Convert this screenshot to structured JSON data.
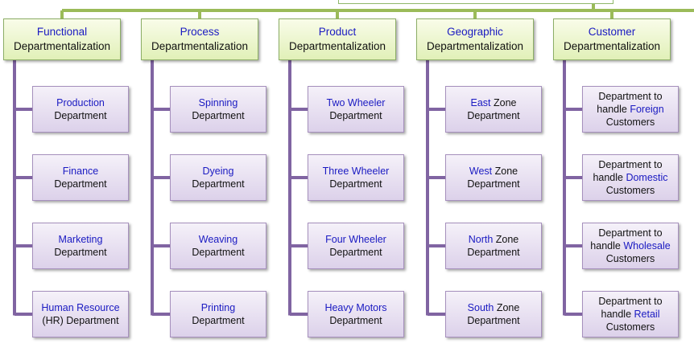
{
  "columns": [
    {
      "head": {
        "blue": "Functional",
        "rest": "Departmentalization"
      },
      "items": [
        {
          "lines": [
            [
              {
                "t": "Production",
                "b": true
              }
            ],
            [
              {
                "t": "Department"
              }
            ]
          ]
        },
        {
          "lines": [
            [
              {
                "t": "Finance",
                "b": true
              }
            ],
            [
              {
                "t": "Department"
              }
            ]
          ]
        },
        {
          "lines": [
            [
              {
                "t": "Marketing",
                "b": true
              }
            ],
            [
              {
                "t": "Department"
              }
            ]
          ]
        },
        {
          "lines": [
            [
              {
                "t": "Human Resource",
                "b": true
              }
            ],
            [
              {
                "t": "(HR) Department"
              }
            ]
          ]
        }
      ]
    },
    {
      "head": {
        "blue": "Process",
        "rest": "Departmentalization"
      },
      "items": [
        {
          "lines": [
            [
              {
                "t": "Spinning",
                "b": true
              }
            ],
            [
              {
                "t": "Department"
              }
            ]
          ]
        },
        {
          "lines": [
            [
              {
                "t": "Dyeing",
                "b": true
              }
            ],
            [
              {
                "t": "Department"
              }
            ]
          ]
        },
        {
          "lines": [
            [
              {
                "t": "Weaving",
                "b": true
              }
            ],
            [
              {
                "t": "Department"
              }
            ]
          ]
        },
        {
          "lines": [
            [
              {
                "t": "Printing",
                "b": true
              }
            ],
            [
              {
                "t": "Department"
              }
            ]
          ]
        }
      ]
    },
    {
      "head": {
        "blue": "Product",
        "rest": "Departmentalization"
      },
      "items": [
        {
          "lines": [
            [
              {
                "t": "Two Wheeler",
                "b": true
              }
            ],
            [
              {
                "t": "Department"
              }
            ]
          ]
        },
        {
          "lines": [
            [
              {
                "t": "Three Wheeler",
                "b": true
              }
            ],
            [
              {
                "t": "Department"
              }
            ]
          ]
        },
        {
          "lines": [
            [
              {
                "t": "Four Wheeler",
                "b": true
              }
            ],
            [
              {
                "t": "Department"
              }
            ]
          ]
        },
        {
          "lines": [
            [
              {
                "t": "Heavy Motors",
                "b": true
              }
            ],
            [
              {
                "t": "Department"
              }
            ]
          ]
        }
      ]
    },
    {
      "head": {
        "blue": "Geographic",
        "rest": "Departmentalization"
      },
      "items": [
        {
          "lines": [
            [
              {
                "t": "East",
                "b": true
              },
              {
                "t": " Zone"
              }
            ],
            [
              {
                "t": "Department"
              }
            ]
          ]
        },
        {
          "lines": [
            [
              {
                "t": "West",
                "b": true
              },
              {
                "t": " Zone"
              }
            ],
            [
              {
                "t": "Department"
              }
            ]
          ]
        },
        {
          "lines": [
            [
              {
                "t": "North",
                "b": true
              },
              {
                "t": " Zone"
              }
            ],
            [
              {
                "t": "Department"
              }
            ]
          ]
        },
        {
          "lines": [
            [
              {
                "t": "South",
                "b": true
              },
              {
                "t": " Zone"
              }
            ],
            [
              {
                "t": "Department"
              }
            ]
          ]
        }
      ]
    },
    {
      "head": {
        "blue": "Customer",
        "rest": "Departmentalization"
      },
      "items": [
        {
          "lines": [
            [
              {
                "t": "Department to"
              }
            ],
            [
              {
                "t": "handle "
              },
              {
                "t": "Foreign",
                "b": true
              }
            ],
            [
              {
                "t": "Customers"
              }
            ]
          ]
        },
        {
          "lines": [
            [
              {
                "t": "Department to"
              }
            ],
            [
              {
                "t": "handle "
              },
              {
                "t": "Domestic",
                "b": true
              }
            ],
            [
              {
                "t": "Customers"
              }
            ]
          ]
        },
        {
          "lines": [
            [
              {
                "t": "Department to"
              }
            ],
            [
              {
                "t": "handle "
              },
              {
                "t": "Wholesale",
                "b": true
              }
            ],
            [
              {
                "t": "Customers"
              }
            ]
          ]
        },
        {
          "lines": [
            [
              {
                "t": "Department to"
              }
            ],
            [
              {
                "t": "handle "
              },
              {
                "t": "Retail",
                "b": true
              }
            ],
            [
              {
                "t": "Customers"
              }
            ]
          ]
        }
      ]
    }
  ],
  "colors": {
    "header_line": "#9bbb59",
    "column_line": "#8064a2",
    "highlight_text": "#1a1ac2"
  }
}
